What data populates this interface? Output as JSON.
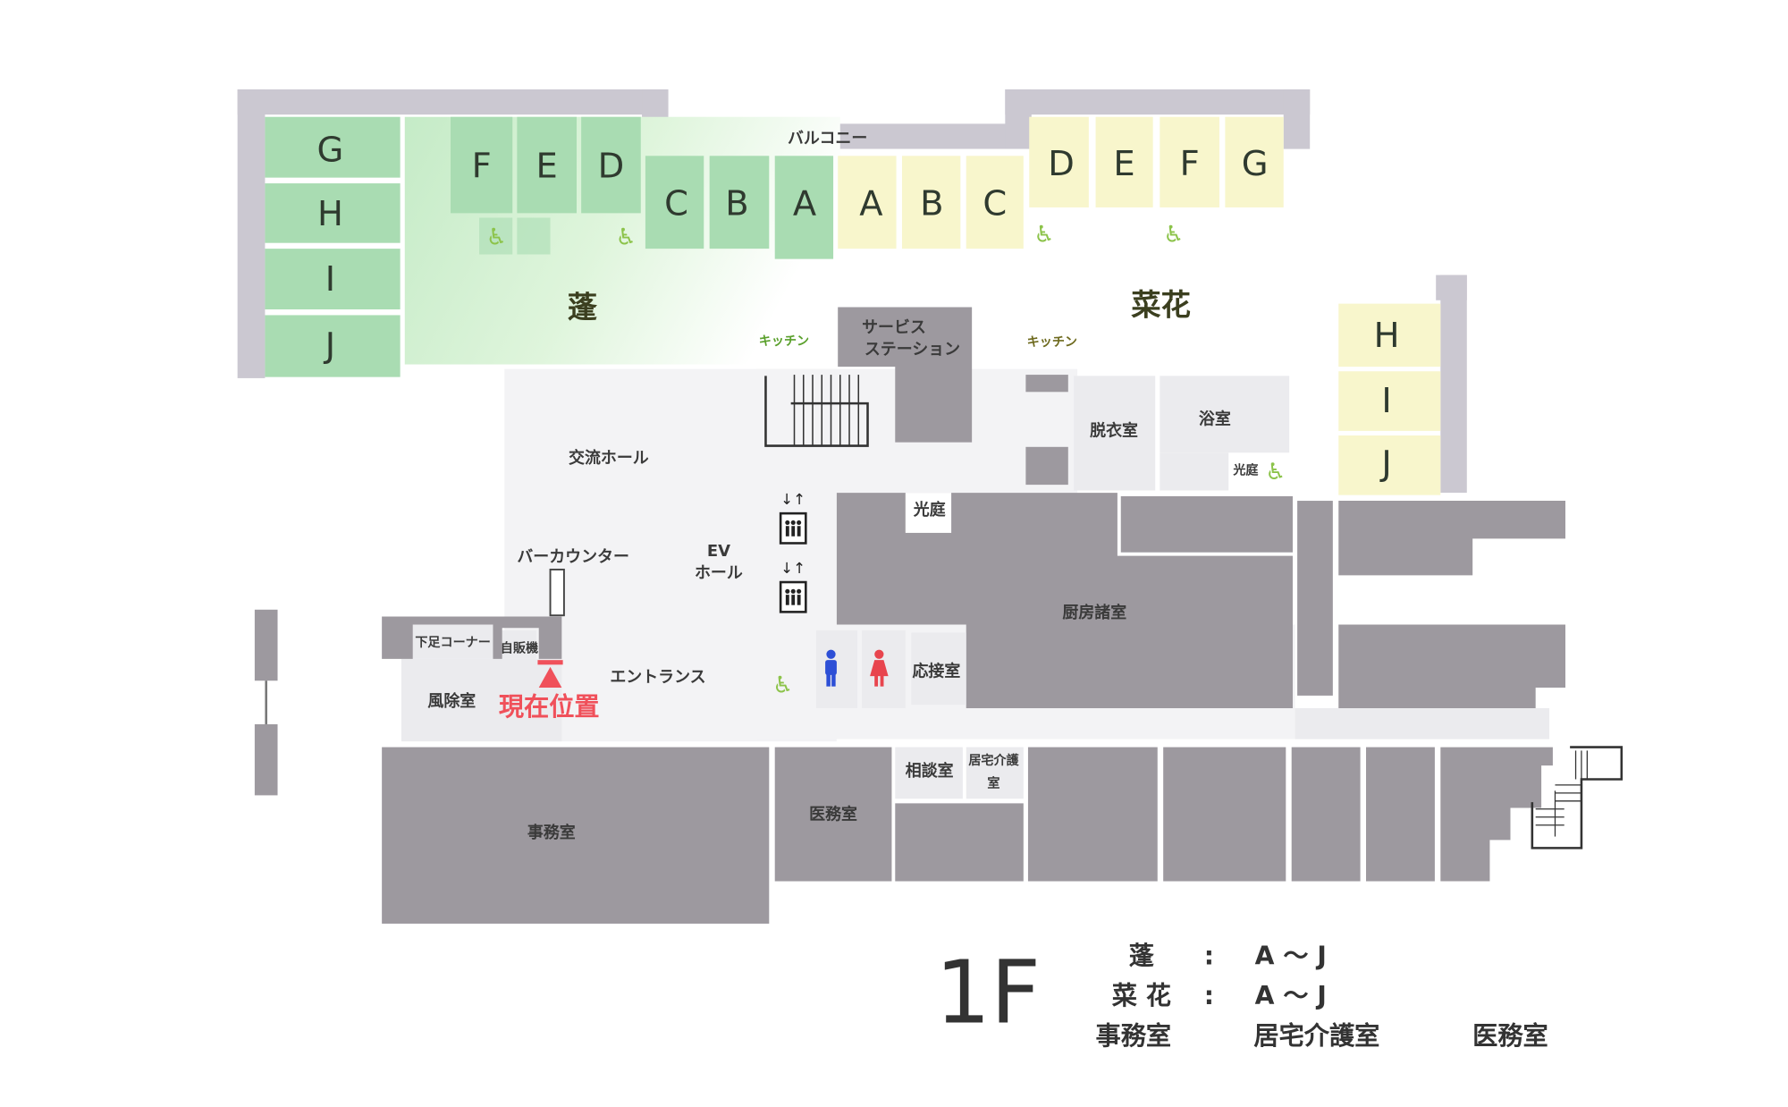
{
  "floor": "1F",
  "colors": {
    "hou": "#a9dcb2",
    "nanohana": "#f8f6cc",
    "current_location": "#f0505a",
    "men": "#2d4fd6",
    "women": "#e8454e",
    "accessible": "#8cc34a"
  },
  "wards": {
    "hou": {
      "name": "蓬",
      "rooms": [
        "A",
        "B",
        "C",
        "D",
        "E",
        "F",
        "G",
        "H",
        "I",
        "J"
      ]
    },
    "nanohana": {
      "name": "菜花",
      "rooms": [
        "A",
        "B",
        "C",
        "D",
        "E",
        "F",
        "G",
        "H",
        "I",
        "J"
      ]
    }
  },
  "labels": {
    "balcony": "バルコニー",
    "kitchen": "キッチン",
    "service_station_1": "サービス",
    "service_station_2": "ステーション",
    "exchange_hall": "交流ホール",
    "changing_room": "脱衣室",
    "bathroom": "浴室",
    "light_court": "光庭",
    "bar_counter": "バーカウンター",
    "ev_hall_1": "EV",
    "ev_hall_2": "ホール",
    "kitchen_rooms": "厨房諸室",
    "shoe_corner": "下足コーナー",
    "vending": "自販機",
    "current_location": "現在位置",
    "entrance": "エントランス",
    "windbreak_room": "風除室",
    "reception_room": "応接室",
    "consultation_room": "相談室",
    "home_care_room_1": "居宅介護",
    "home_care_room_2": "室",
    "office": "事務室",
    "medical_office": "医務室"
  },
  "legend": {
    "rows": [
      {
        "ward": "蓬",
        "sep": ":",
        "range": "A ～ J"
      },
      {
        "ward": "菜 花",
        "sep": ":",
        "range": "A ～ J"
      }
    ],
    "facilities": [
      "事務室",
      "居宅介護室",
      "医務室"
    ]
  }
}
